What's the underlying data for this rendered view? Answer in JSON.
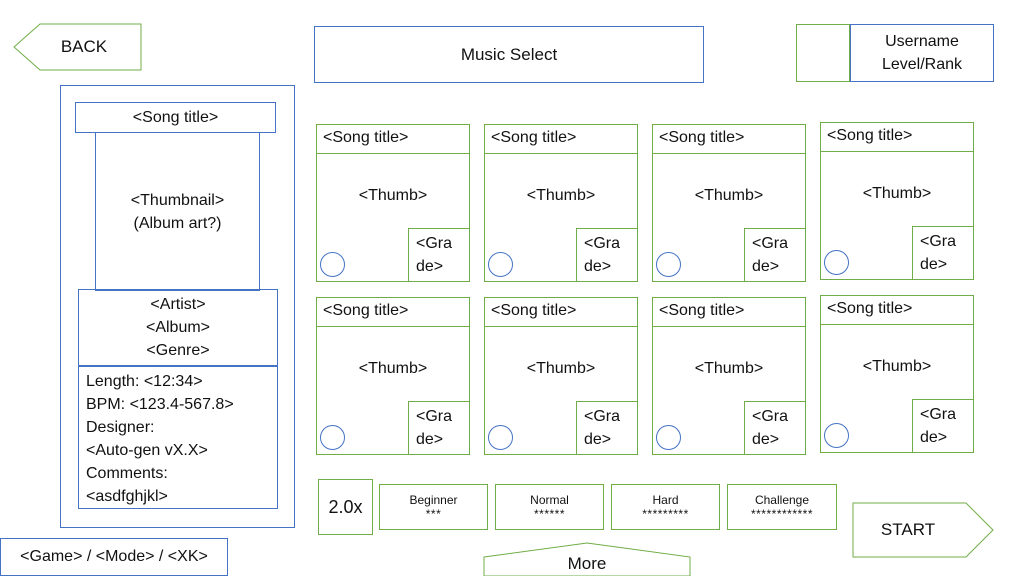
{
  "header": {
    "back_label": "BACK",
    "title": "Music Select",
    "username": "Username",
    "level_rank": "Level/Rank"
  },
  "detail": {
    "song_title": "<Song title>",
    "thumbnail_line1": "<Thumbnail>",
    "thumbnail_line2": "(Album art?)",
    "artist": "<Artist>",
    "album": "<Album>",
    "genre": "<Genre>",
    "info_lines": [
      "Length: <12:34>",
      "BPM: <123.4-567.8>",
      "Designer:",
      "<Auto-gen vX.X>",
      "Comments:",
      "<asdfghjkl>"
    ]
  },
  "songs": [
    {
      "title": "<Song title>",
      "thumb": "<Thumb>",
      "grade_line1": "<Gra",
      "grade_line2": "de>"
    },
    {
      "title": "<Song title>",
      "thumb": "<Thumb>",
      "grade_line1": "<Gra",
      "grade_line2": "de>"
    },
    {
      "title": "<Song title>",
      "thumb": "<Thumb>",
      "grade_line1": "<Gra",
      "grade_line2": "de>"
    },
    {
      "title": "<Song title>",
      "thumb": "<Thumb>",
      "grade_line1": "<Gra",
      "grade_line2": "de>"
    },
    {
      "title": "<Song title>",
      "thumb": "<Thumb>",
      "grade_line1": "<Gra",
      "grade_line2": "de>"
    },
    {
      "title": "<Song title>",
      "thumb": "<Thumb>",
      "grade_line1": "<Gra",
      "grade_line2": "de>"
    },
    {
      "title": "<Song title>",
      "thumb": "<Thumb>",
      "grade_line1": "<Gra",
      "grade_line2": "de>"
    },
    {
      "title": "<Song title>",
      "thumb": "<Thumb>",
      "grade_line1": "<Gra",
      "grade_line2": "de>"
    }
  ],
  "controls": {
    "speed": "2.0x",
    "difficulties": [
      {
        "name": "Beginner",
        "stars": "***"
      },
      {
        "name": "Normal",
        "stars": "******"
      },
      {
        "name": "Hard",
        "stars": "*********"
      },
      {
        "name": "Challenge",
        "stars": "************"
      }
    ],
    "start_label": "START",
    "more_label": "More"
  },
  "footer": {
    "breadcrumb": "<Game> / <Mode> / <XK>"
  },
  "colors": {
    "green_outline": "#70ad47",
    "blue_outline": "#4472c4"
  }
}
